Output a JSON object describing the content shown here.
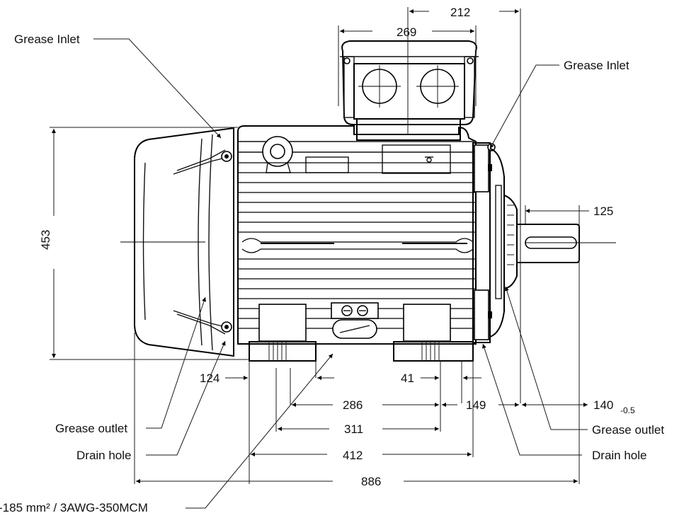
{
  "labels": {
    "grease_inlet_left": "Grease Inlet",
    "grease_inlet_right": "Grease Inlet",
    "grease_outlet_left": "Grease outlet",
    "grease_outlet_right": "Grease outlet",
    "drain_hole_left": "Drain hole",
    "drain_hole_right": "Drain hole",
    "cable_spec": "-185 mm² / 3AWG-350MCM"
  },
  "dimensions": {
    "d212": "212",
    "d269": "269",
    "d453": "453",
    "d125": "125",
    "d124": "124",
    "d41": "41",
    "d286": "286",
    "d149": "149",
    "d140": "140",
    "d140_tolerance": "-0.5",
    "d311": "311",
    "d412": "412",
    "d886": "886"
  }
}
